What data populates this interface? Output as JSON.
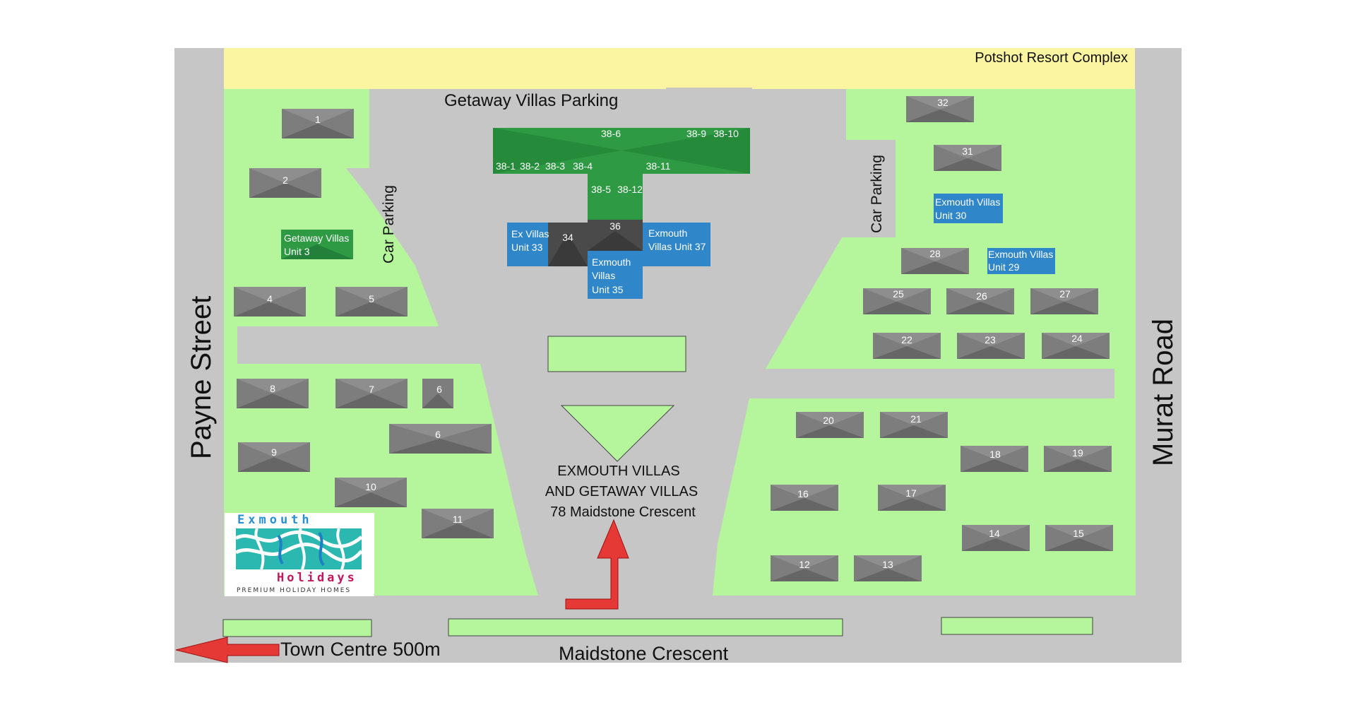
{
  "map": {
    "colors": {
      "road": "#c6c6c6",
      "grass": "#b5f59c",
      "resort": "#fbf4a0",
      "roof": "#7d7d7d",
      "green_unit": "#2e9a44",
      "blue_unit": "#2f86c8",
      "dark_unit": "#4a4a4a",
      "arrow": "#e53935",
      "logo_teal": "#2bb8b0",
      "logo_blue": "#2a8fd6",
      "logo_magenta": "#c2185b"
    },
    "streets": {
      "payne": "Payne Street",
      "murat": "Murat Road",
      "maidstone": "Maidstone Crescent",
      "town_centre": "Town Centre 500m"
    },
    "areas": {
      "resort": "Potshot Resort Complex",
      "getaway_parking": "Getaway Villas Parking",
      "car_parking": "Car Parking"
    },
    "title": {
      "line1": "EXMOUTH VILLAS",
      "line2": "AND GETAWAY VILLAS",
      "line3": "78 Maidstone Crescent"
    },
    "logo": {
      "line1": "Exmouth",
      "line2": "Holidays",
      "line3": "PREMIUM HOLIDAY HOMES"
    },
    "units": {
      "u1": "1",
      "u2": "2",
      "u4": "4",
      "u5": "5",
      "u6": "6",
      "u7": "7",
      "u8": "8",
      "u9": "9",
      "u10": "10",
      "u11": "11",
      "u12": "12",
      "u13": "13",
      "u14": "14",
      "u15": "15",
      "u16": "16",
      "u17": "17",
      "u18": "18",
      "u19": "19",
      "u20": "20",
      "u21": "21",
      "u22": "22",
      "u23": "23",
      "u24": "24",
      "u25": "25",
      "u26": "26",
      "u27": "27",
      "u28": "28",
      "u31": "31",
      "u32": "32",
      "u34": "34",
      "u36": "36",
      "getaway3_l1": "Getaway Villas",
      "getaway3_l2": "Unit 3",
      "ex30_l1": "Exmouth Villas",
      "ex30_l2": "Unit 30",
      "ex29_l1": "Exmouth Villas",
      "ex29_l2": "Unit 29",
      "ex33_l1": "Ex Villas",
      "ex33_l2": "Unit 33",
      "ex37_l1": "Exmouth",
      "ex37_l2": "Villas Unit 37",
      "ex35_l1": "Exmouth",
      "ex35_l2": "Villas",
      "ex35_l3": "Unit 35",
      "g1": "38-1",
      "g2": "38-2",
      "g3": "38-3",
      "g4": "38-4",
      "g5": "38-5",
      "g6": "38-6",
      "g9": "38-9",
      "g10": "38-10",
      "g11": "38-11",
      "g12": "38-12"
    }
  }
}
